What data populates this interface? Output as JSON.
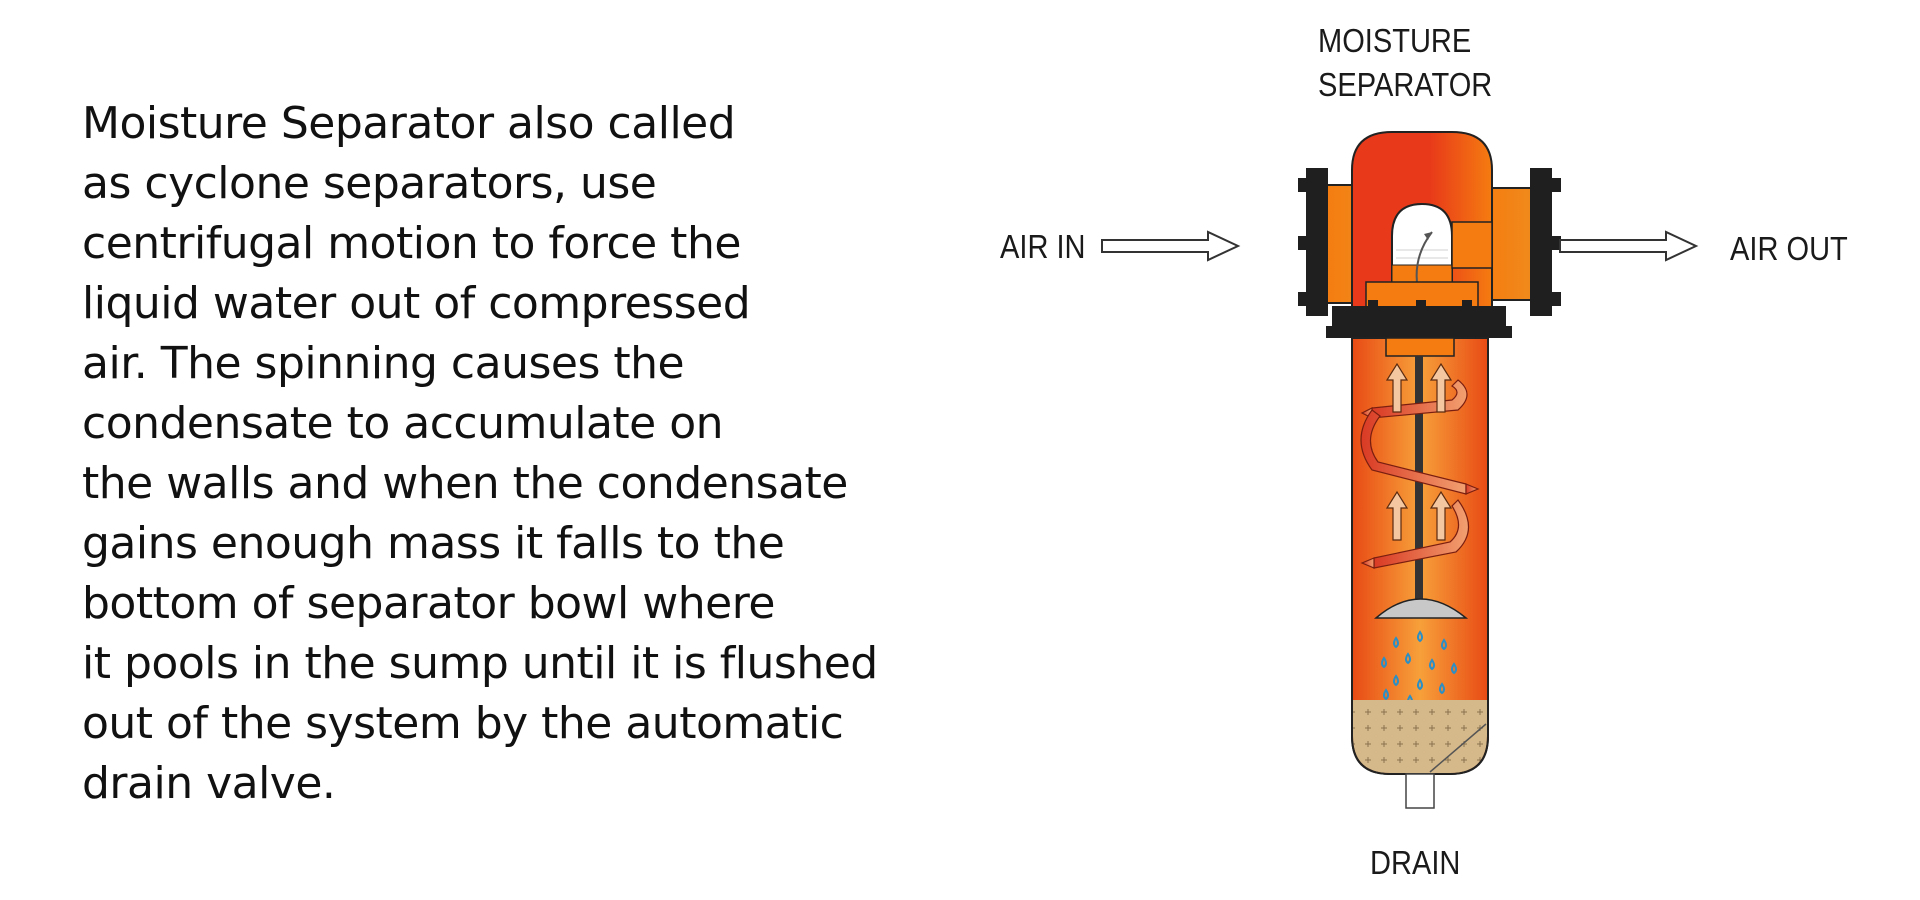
{
  "description_lines": [
    "Moisture Separator also called",
    "as cyclone separators, use",
    "centrifugal motion to force the",
    "liquid water out of compressed",
    "air. The spinning causes the",
    "condensate to accumulate on",
    "the walls and when the condensate",
    "gains enough mass it falls to the",
    "bottom of separator bowl where",
    "it pools in the sump until it is flushed",
    "out of the system by the automatic",
    "drain valve."
  ],
  "diagram": {
    "title_line1": "MOISTURE",
    "title_line2": "SEPARATOR",
    "inlet_label": "AIR IN",
    "outlet_label": "AIR OUT",
    "drain_label": "DRAIN"
  },
  "colors": {
    "housing_dark": "#e8391a",
    "housing_light": "#f57c10",
    "bowl_edge": "#e84a14",
    "bowl_center": "#f7a03a",
    "sump": "#d6b98a",
    "flange": "#1f1f1f",
    "water_drop": "#2a8fc6"
  }
}
